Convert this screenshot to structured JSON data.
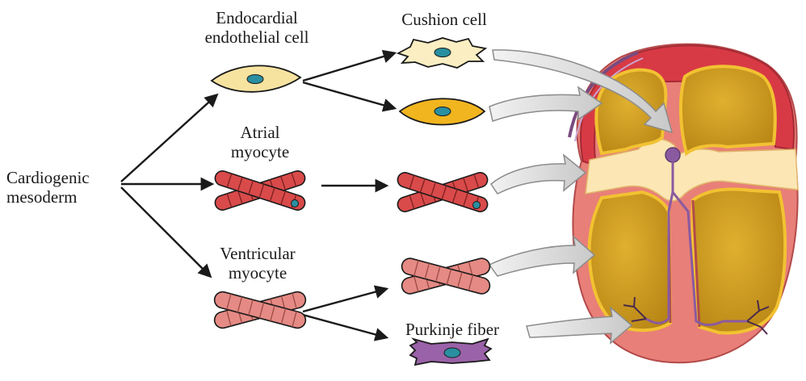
{
  "labels": {
    "cardiogenic_line1": "Cardiogenic",
    "cardiogenic_line2": "mesoderm",
    "endocardial_line1": "Endocardial",
    "endocardial_line2": "endothelial cell",
    "cushion": "Cushion cell",
    "atrial_line1": "Atrial",
    "atrial_line2": "myocyte",
    "ventricular_line1": "Ventricular",
    "ventricular_line2": "myocyte",
    "purkinje": "Purkinje fiber"
  },
  "colors": {
    "endothelial_fill": "#f7e3a0",
    "cushion_fill": "#fbeec2",
    "valve_cell_fill": "#f1b51f",
    "atrial_myocyte": "#d94a4a",
    "ventricular_myocyte": "#e58a84",
    "purkinje_fill": "#9a62a8",
    "nucleus": "#2a8fa0",
    "heart_outer": "#e87f78",
    "atrial_wall": "#d83a45",
    "chamber_gold": "#d7a321",
    "chamber_outline": "#f2c232",
    "cushion_zone": "#fbe6b4",
    "conduction": "#8a5aa0",
    "flow_arrow": "#dcdcdc"
  }
}
